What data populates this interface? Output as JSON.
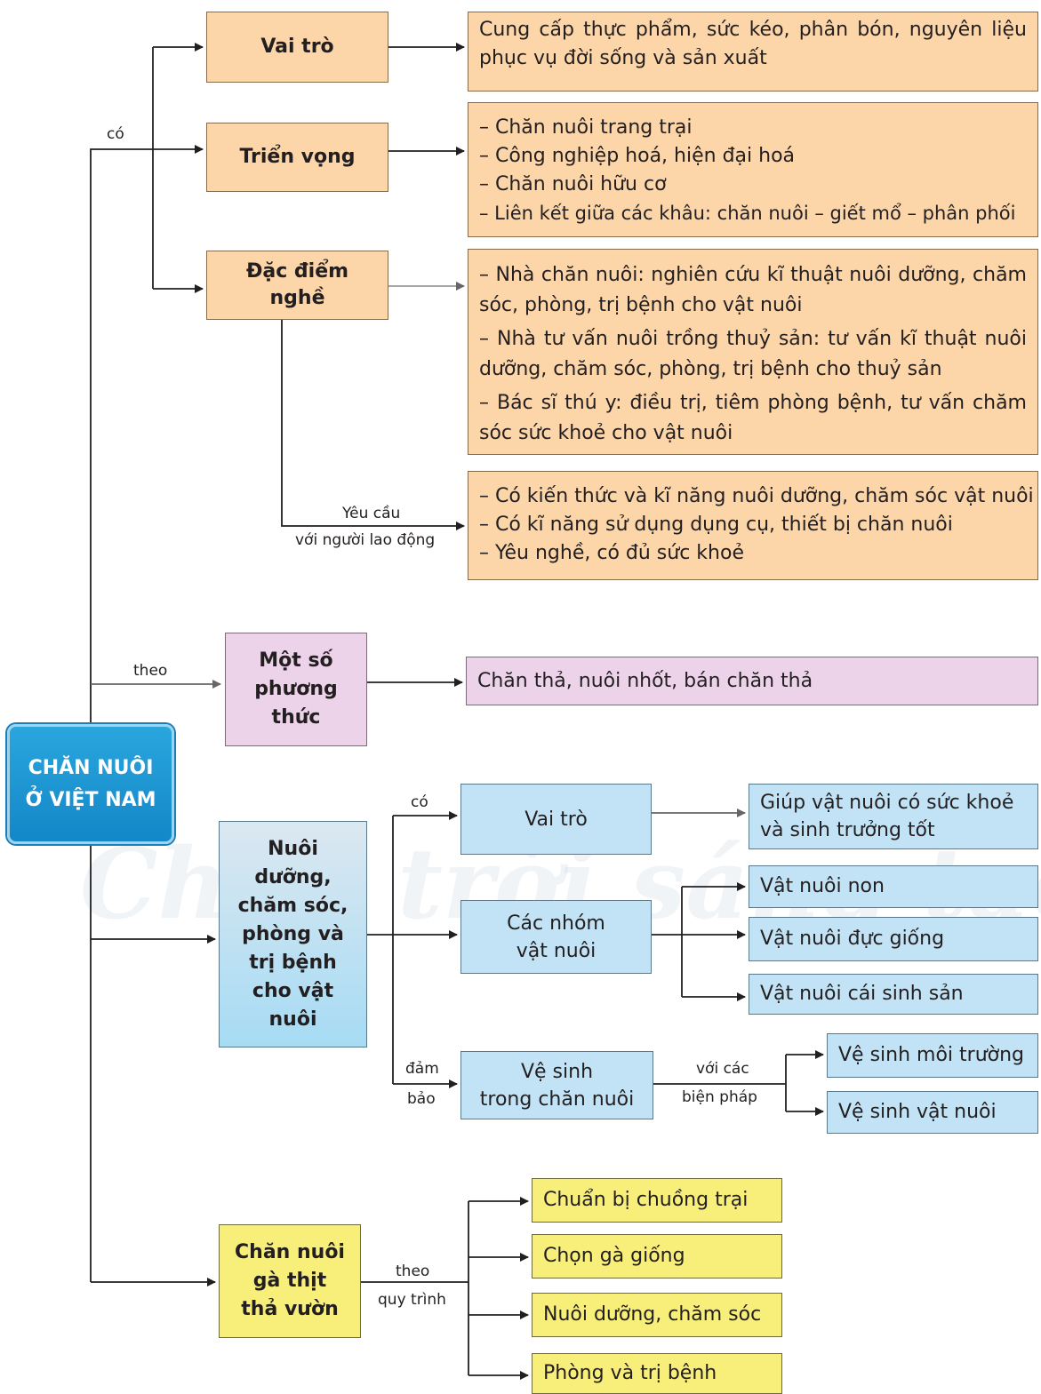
{
  "root": {
    "line1": "CHĂN NUÔI",
    "line2": "Ở VIỆT NAM"
  },
  "labels": {
    "co_top": "có",
    "theo_mid": "theo",
    "yeu_cau_1": "Yêu cầu",
    "yeu_cau_2": "với người lao động",
    "co_care": "có",
    "dam": "đảm",
    "bao": "bảo",
    "voi_cac": "với các",
    "bien_phap": "biện pháp",
    "theo_bottom": "theo",
    "quy_trinh": "quy trình"
  },
  "orange": {
    "vai_tro": "Vai trò",
    "vai_tro_text": "Cung cấp thực phẩm, sức kéo, phân bón, nguyên liệu phục vụ đời sống và sản xuất",
    "trien_vong": "Triển vọng",
    "trien_vong_items": [
      "– Chăn nuôi trang trại",
      "– Công nghiệp hoá, hiện đại hoá",
      "– Chăn nuôi hữu cơ",
      "– Liên kết giữa các khâu: chăn nuôi – giết mổ – phân phối"
    ],
    "dac_diem_1": "Đặc điểm",
    "dac_diem_2": "nghề",
    "dac_diem_items": [
      "– Nhà chăn nuôi: nghiên cứu kĩ thuật nuôi dưỡng, chăm sóc, phòng, trị bệnh cho vật nuôi",
      "– Nhà tư vấn nuôi trồng thuỷ sản: tư vấn kĩ thuật nuôi dưỡng, chăm sóc, phòng, trị bệnh cho thuỷ sản",
      "– Bác sĩ thú y: điều trị, tiêm phòng bệnh, tư vấn chăm sóc sức khoẻ cho vật nuôi"
    ],
    "yeu_cau_items": [
      "– Có kiến thức và kĩ năng nuôi dưỡng, chăm sóc vật nuôi",
      "– Có kĩ năng sử dụng dụng cụ, thiết bị chăn nuôi",
      "– Yêu nghề, có đủ sức khoẻ"
    ]
  },
  "purple": {
    "pt_1": "Một số",
    "pt_2": "phương",
    "pt_3": "thức",
    "pt_text": "Chăn thả, nuôi nhốt, bán chăn thả"
  },
  "blue": {
    "care_lines": [
      "Nuôi",
      "dưỡng,",
      "chăm sóc,",
      "phòng và",
      "trị bệnh",
      "cho vật",
      "nuôi"
    ],
    "vai_tro": "Vai trò",
    "vai_tro_text_1": "Giúp vật nuôi có sức khoẻ",
    "vai_tro_text_2": "và sinh trưởng tốt",
    "nhom_1": "Các nhóm",
    "nhom_2": "vật nuôi",
    "nhom_items": [
      "Vật nuôi non",
      "Vật nuôi đực giống",
      "Vật nuôi cái sinh sản"
    ],
    "ve_sinh_1": "Vệ sinh",
    "ve_sinh_2": "trong chăn nuôi",
    "ve_sinh_items": [
      "Vệ sinh môi trường",
      "Vệ sinh vật nuôi"
    ]
  },
  "yellow": {
    "ga_1": "Chăn nuôi",
    "ga_2": "gà thịt",
    "ga_3": "thả vườn",
    "steps": [
      "Chuẩn bị chuồng trại",
      "Chọn gà giống",
      "Nuôi dưỡng, chăm sóc",
      "Phòng và trị bệnh"
    ]
  },
  "watermark": "Chân trời sáng tạo",
  "colors": {
    "orange": "#fcd5a8",
    "purple": "#ecd3ea",
    "blue": "#c2e3f5",
    "yellow": "#f8ef7a",
    "root": "#1c95d3"
  }
}
